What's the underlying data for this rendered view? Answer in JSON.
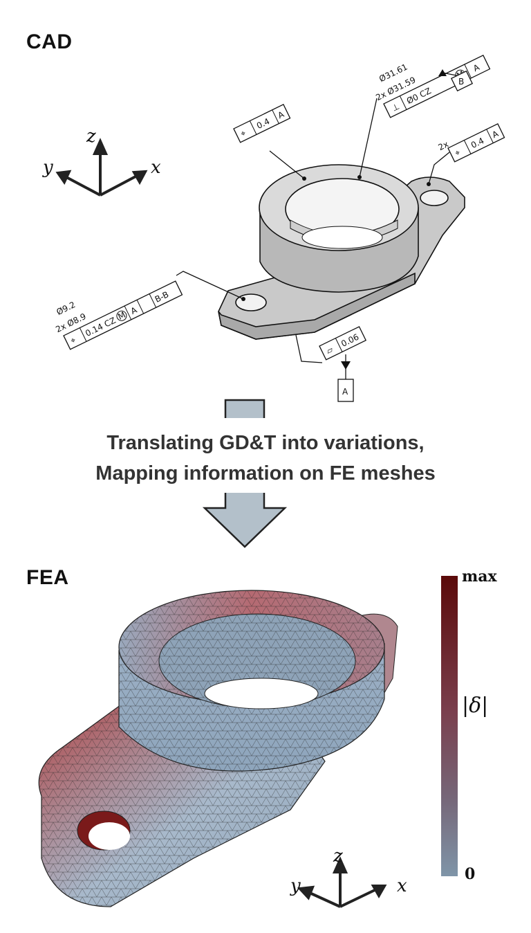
{
  "sections": {
    "cad_title": "CAD",
    "fea_title": "FEA"
  },
  "caption": {
    "line1": "Translating GD&T into variations,",
    "line2": "Mapping information on FE meshes"
  },
  "axes": {
    "z": "z",
    "y": "y",
    "x": "x"
  },
  "gdt": {
    "top": {
      "dim1": "Ø31.61",
      "dim2": "2x Ø31.59",
      "sym": "⊥",
      "tol": "Ø0 CZ",
      "mod": "M",
      "ref": "A",
      "datum": "B"
    },
    "left_pos": {
      "sym": "⌖",
      "tol": "0.4",
      "ref": "A"
    },
    "right_pos": {
      "prefix": "2x",
      "sym": "⌖",
      "tol": "0.4",
      "ref": "A"
    },
    "hole": {
      "dim1": "Ø9.2",
      "dim2": "2x Ø8.9",
      "sym": "⌖",
      "tol": "0.14 CZ",
      "mod": "M",
      "ref1": "A",
      "ref2": "B-B"
    },
    "flat": {
      "sym": "▱",
      "tol": "0.06",
      "datum": "A"
    }
  },
  "colorbar": {
    "max_label": "max",
    "min_label": "0",
    "quantity": "|δ|",
    "color_top": "#5b0a0a",
    "color_mid": "#7a4a5a",
    "color_bottom": "#7f95a8"
  },
  "colors": {
    "arrow_fill": "#b3c0ca",
    "part_gray": "#d4d4d4",
    "mesh_blue": "#9fb3c6",
    "mesh_red": "#b35454"
  }
}
